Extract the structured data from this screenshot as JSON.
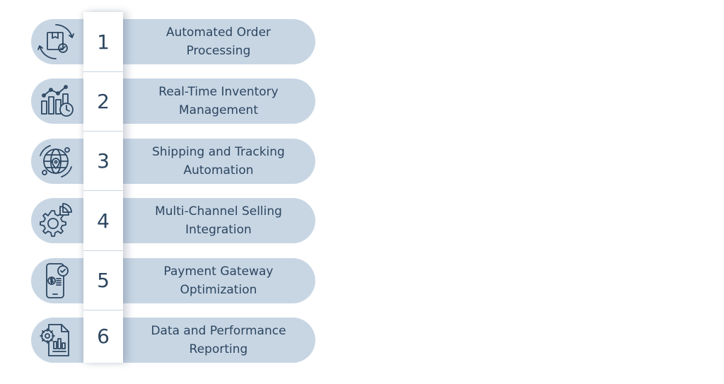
{
  "steps": [
    {
      "number": "1",
      "label": "Automated Order\nProcessing",
      "icon": "order-box-check-icon"
    },
    {
      "number": "2",
      "label": "Real-Time Inventory\nManagement",
      "icon": "bar-chart-clock-icon"
    },
    {
      "number": "3",
      "label": "Shipping and Tracking\nAutomation",
      "icon": "globe-location-pin-icon"
    },
    {
      "number": "4",
      "label": "Multi-Channel Selling\nIntegration",
      "icon": "gear-pie-chart-icon"
    },
    {
      "number": "5",
      "label": "Payment Gateway\nOptimization",
      "icon": "phone-payment-check-icon"
    },
    {
      "number": "6",
      "label": "Data and Performance\nReporting",
      "icon": "report-document-gear-icon"
    }
  ],
  "colors": {
    "pill": "#c8d6e4",
    "text": "#2c4660",
    "icon_stroke": "#2c4660",
    "column": "#ffffff"
  }
}
